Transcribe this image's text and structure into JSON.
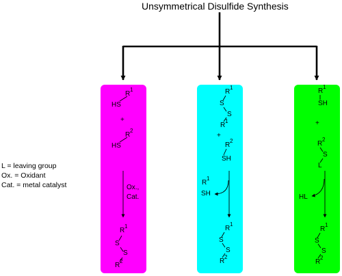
{
  "title": "Unsymmetrical Disulfide Synthesis",
  "colors": {
    "panel_left": "#ff00ff",
    "panel_middle": "#00ffff",
    "panel_right": "#00ff00",
    "line": "#000000"
  },
  "legend": [
    "L = leaving group",
    "Ox. = Oxidant",
    "Cat. = metal catalyst"
  ],
  "labels": {
    "R": "R",
    "S": "S",
    "SH": "SH",
    "HS": "HS",
    "L": "L",
    "HL": "HL",
    "plus": "+",
    "one": "1",
    "two": "2",
    "ox": "Ox.,",
    "cat": "Cat."
  }
}
